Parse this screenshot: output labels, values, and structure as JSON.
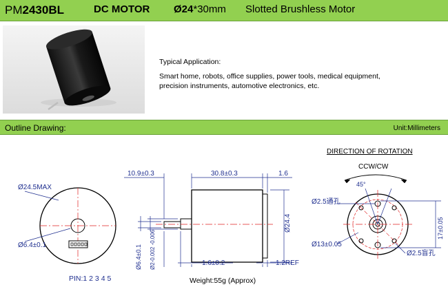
{
  "header": {
    "model_prefix": "PM",
    "model_bold": "2430BL",
    "motor_type": "DC  MOTOR",
    "diameter_bold": "Ø24",
    "length": "*30mm",
    "description": "Slotted Brushless Motor"
  },
  "application": {
    "title": "Typical  Application:",
    "line1": "Smart home, robots, office supplies, power tools, medical equipment,",
    "line2": "precision instruments, automotive electronics, etc."
  },
  "outline": {
    "label": "Outline Drawing:",
    "unit": "Unit:Millimeters"
  },
  "drawing": {
    "rotation_title": "DIRECTION OF ROTATION",
    "rotation_dir": "CCW/CW",
    "angle": "45°",
    "left_dia": "Ø24.5MAX",
    "left_shaft": "Ø6.4±0.1",
    "pins_label": "PIN:1  2  3  4  5",
    "dim_10_9": "10.9±0.3",
    "dim_30_8": "30.8±0.3",
    "dim_1_6_top": "1.6",
    "dim_24_4": "Ø24.4",
    "dim_6_4": "Ø6.4±0.1",
    "dim_2": "Ø2-0.002 -0.006",
    "dim_1_6_bottom": "1.6±0.2",
    "dim_1_2ref": "1.2REF",
    "hole_through": "Ø2.5通孔",
    "hole_blind": "Ø2.5盲孔",
    "dim_13": "Ø13±0.05",
    "dim_17": "17±0.05",
    "weight": "Weight:55g (Approx)"
  },
  "colors": {
    "banner": "#92d050",
    "dimension": "#1f2f8f",
    "centerline": "#e02020"
  }
}
